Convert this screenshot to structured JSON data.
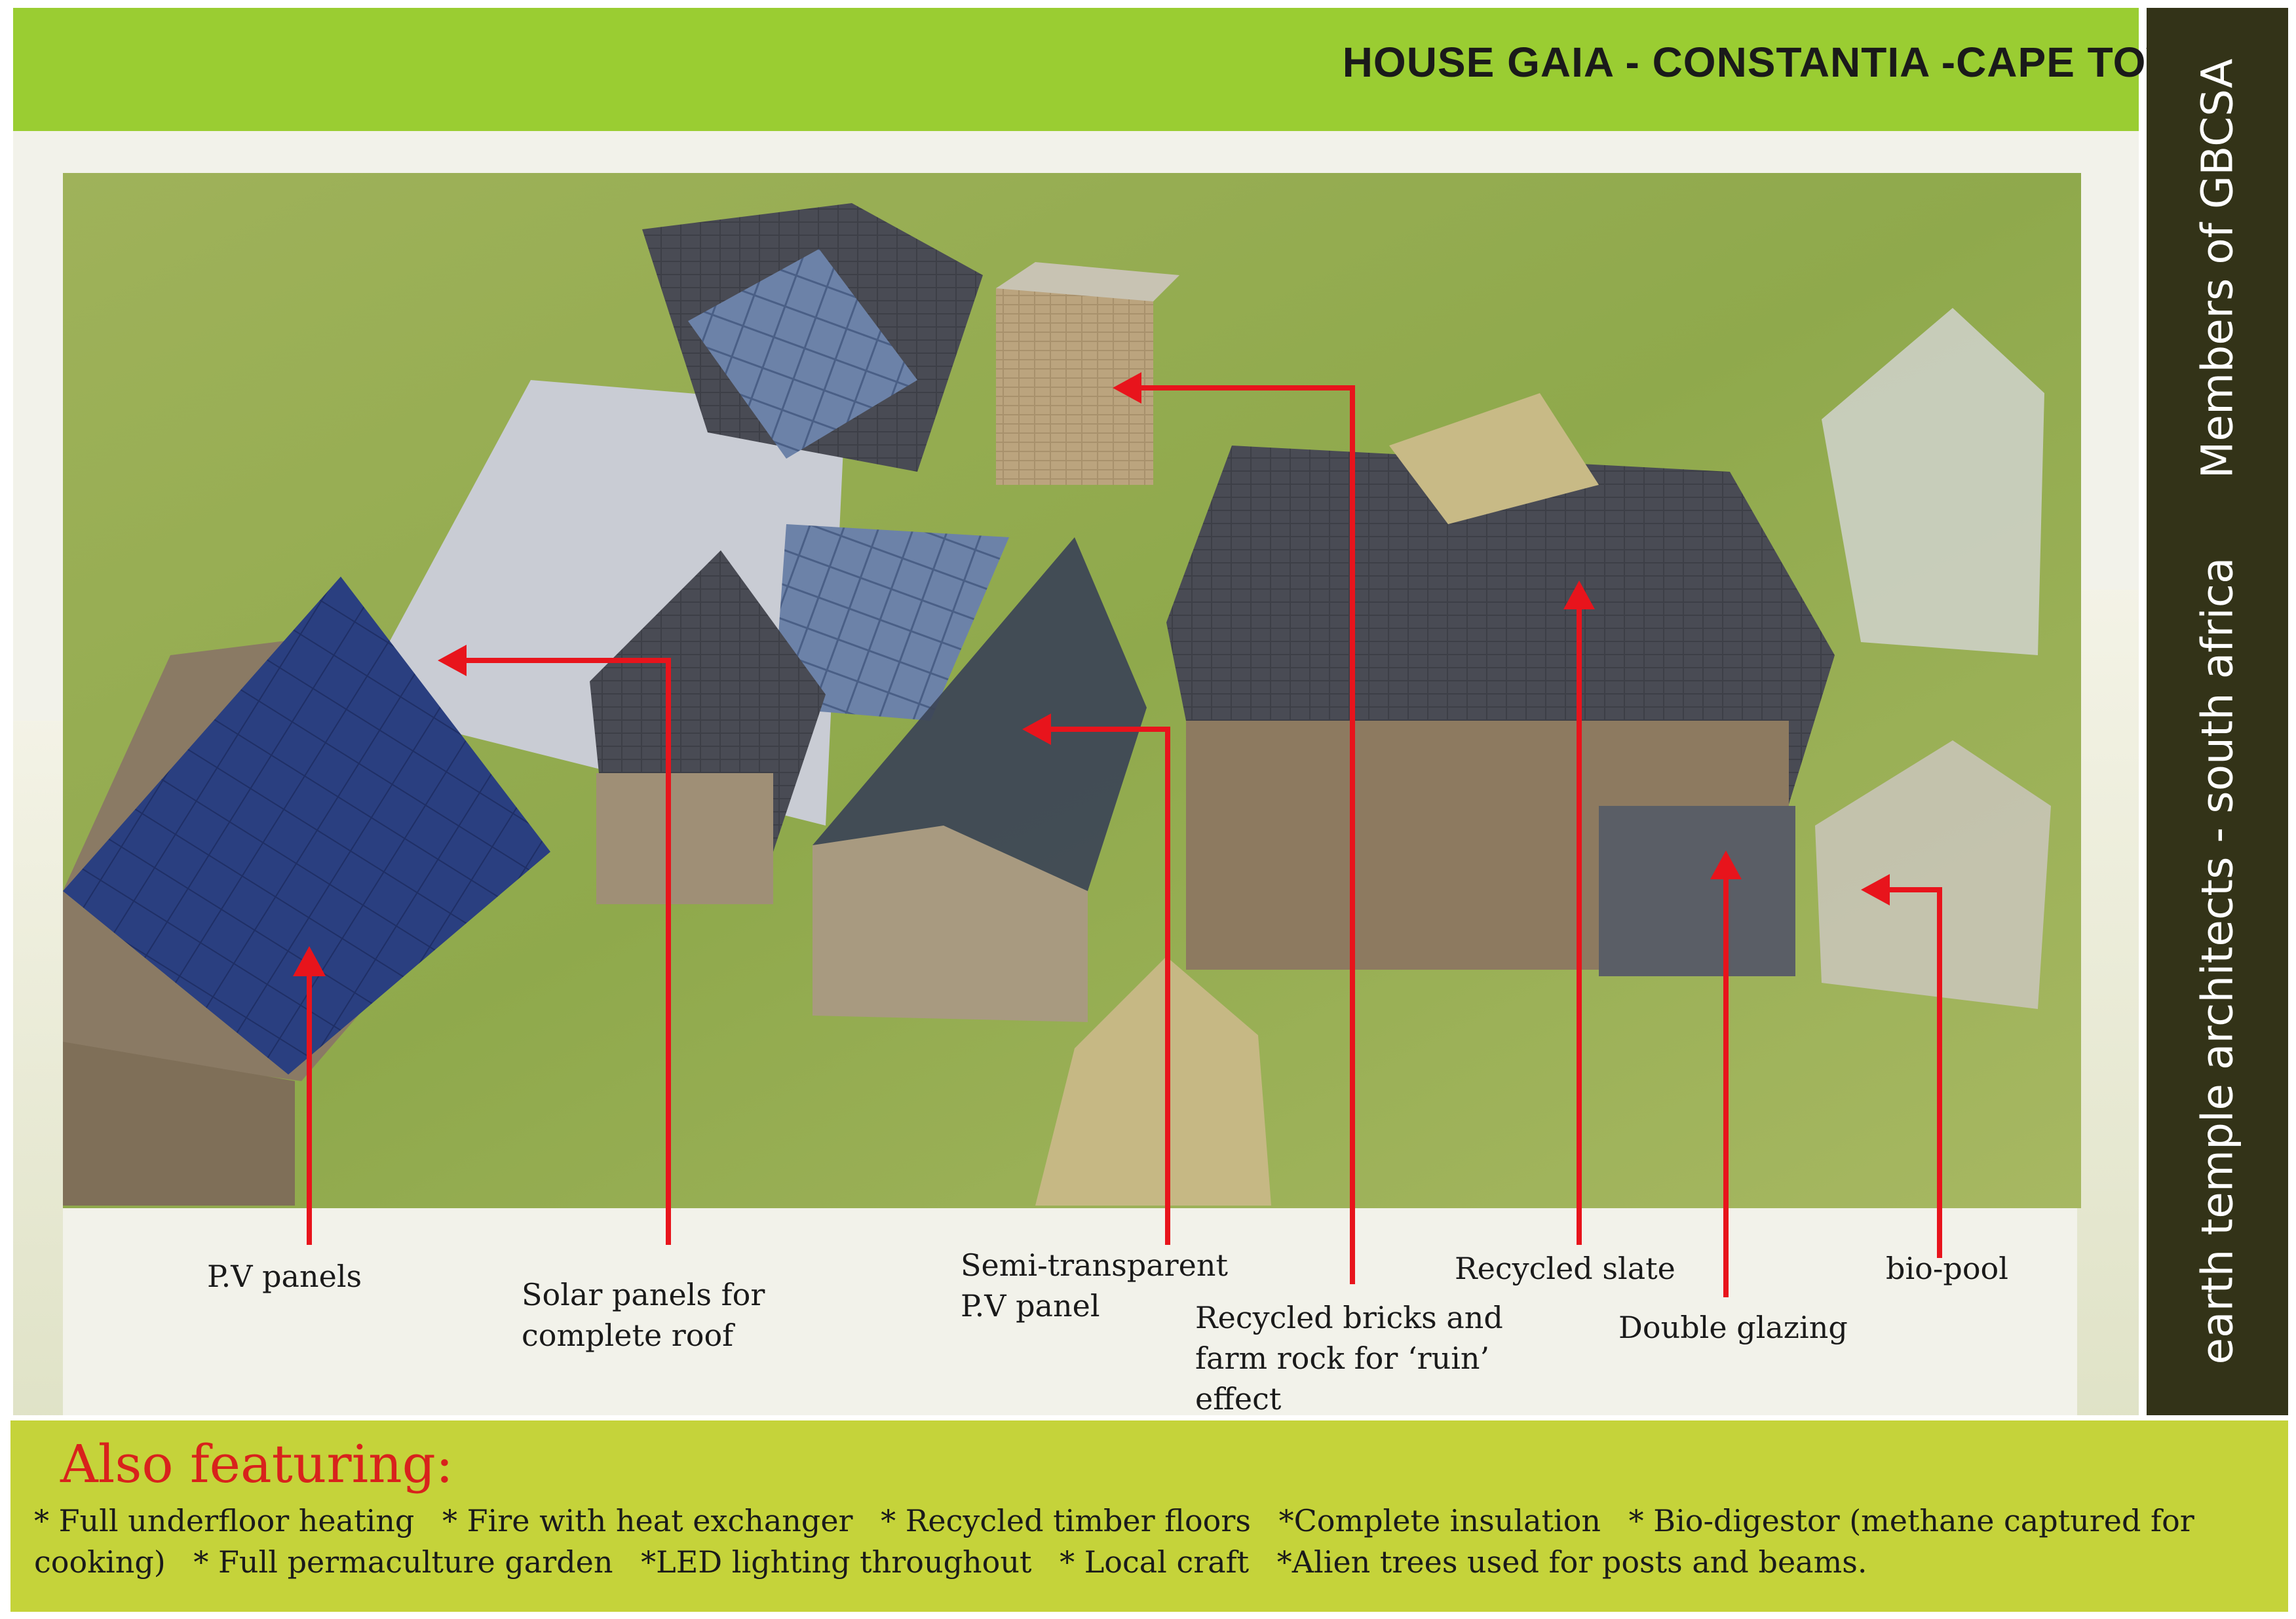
{
  "header": {
    "title": "HOUSE GAIA - CONSTANTIA -CAPE TOWN",
    "bar_color": "#9acd32"
  },
  "sidebar": {
    "line1": "earth temple architects - south africa",
    "line2": "Members of GBCSA",
    "bg_color": "#333318"
  },
  "annotations": {
    "pv_panels": "P.V panels",
    "solar_roof": "Solar panels for\ncomplete roof",
    "semi_transparent_pv": "Semi-transparent\nP.V panel",
    "recycled_bricks": "Recycled bricks and\nfarm rock for ‘ruin’\neffect",
    "recycled_slate": "Recycled slate",
    "double_glazing": "Double glazing",
    "bio_pool": "bio-pool",
    "arrow_color": "#e8141c"
  },
  "footer": {
    "heading": "Also featuring:",
    "features": [
      "* Full underfloor heating",
      "* Fire with heat exchanger",
      "* Recycled timber floors",
      "*Complete insulation",
      "* Bio-digestor (methane captured for cooking)",
      "* Full permaculture garden",
      "*LED lighting throughout",
      "* Local craft",
      "*Alien  trees used for posts and beams."
    ],
    "bg_color": "#c5d33a",
    "heading_color": "#d8221c"
  }
}
